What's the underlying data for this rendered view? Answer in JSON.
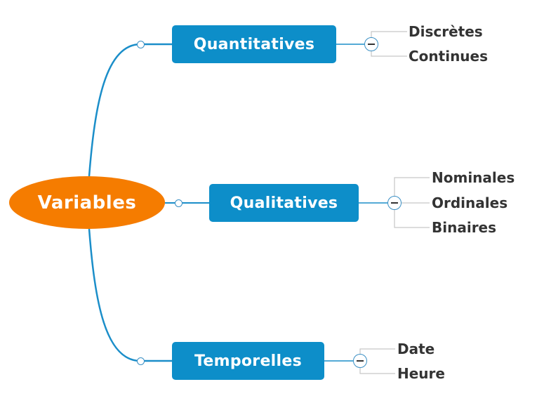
{
  "colors": {
    "root": "#f57c00",
    "branch": "#0d8ec9",
    "branch_line": "#1b8ec9",
    "leaf_line": "#c6c6c6",
    "leaf_text": "#333333"
  },
  "mindmap": {
    "root": {
      "label": "Variables"
    },
    "branches": [
      {
        "label": "Quantitatives",
        "children": [
          "Discrètes",
          "Continues"
        ]
      },
      {
        "label": "Qualitatives",
        "children": [
          "Nominales",
          "Ordinales",
          "Binaires"
        ]
      },
      {
        "label": "Temporelles",
        "children": [
          "Date",
          "Heure"
        ]
      }
    ]
  }
}
